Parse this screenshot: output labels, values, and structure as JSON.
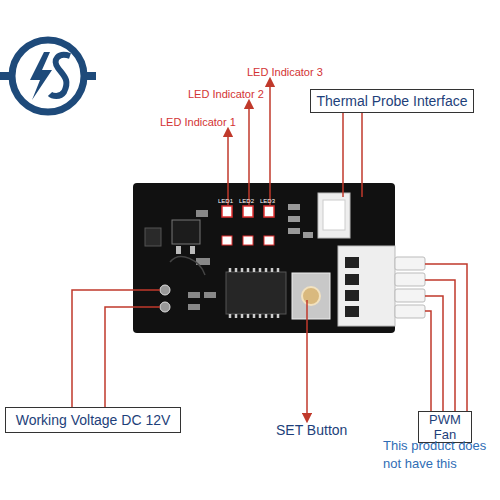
{
  "diagram": {
    "nodes": [
      {
        "text": [
          "Thermal Probe Interface"
        ]
      },
      {
        "text": [
          "Working Voltage DC 12V"
        ]
      },
      {
        "text": [
          "PWM Fan"
        ]
      }
    ],
    "labels": [
      "LED Indicator 3",
      "LED Indicator 2",
      "LED Indicator 1",
      "LED1",
      "LED2",
      "LED3",
      "SET Button",
      "This product does not have this"
    ]
  }
}
